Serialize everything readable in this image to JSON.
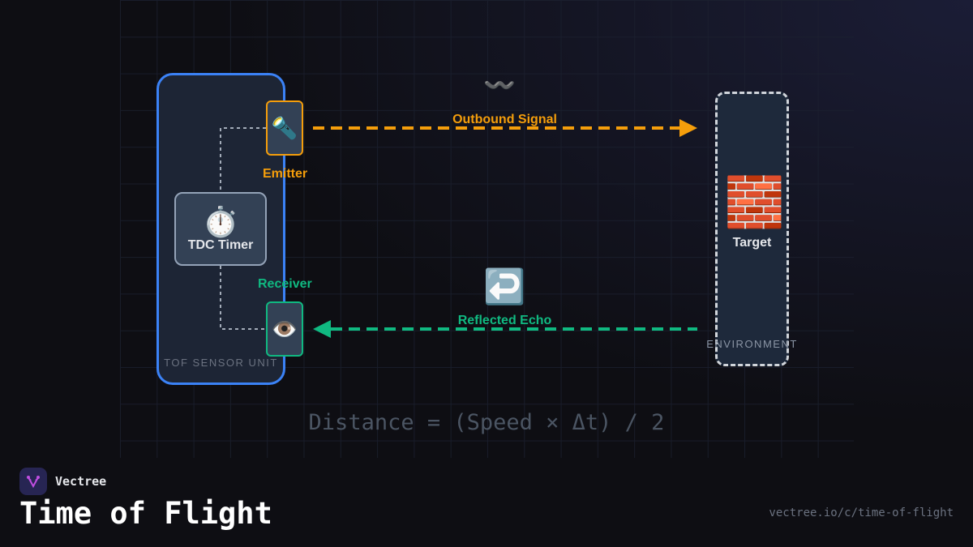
{
  "diagram": {
    "unit_label": "TOF SENSOR UNIT",
    "environment_label": "ENVIRONMENT",
    "emitter": {
      "label": "Emitter",
      "icon": "🔦"
    },
    "receiver": {
      "label": "Receiver",
      "icon": "👁️"
    },
    "timer": {
      "label": "TDC Timer",
      "icon": "⏱️"
    },
    "target": {
      "label": "Target",
      "icon": "🧱"
    },
    "outbound": {
      "label": "Outbound Signal",
      "icon": "〰️",
      "color": "#f59e0b"
    },
    "echo": {
      "label": "Reflected Echo",
      "icon": "↩️",
      "color": "#10b981"
    },
    "formula": "Distance = (Speed × Δt) / 2"
  },
  "footer": {
    "brand": "Vectree",
    "title": "Time of Flight",
    "url": "vectree.io/c/time-of-flight"
  }
}
